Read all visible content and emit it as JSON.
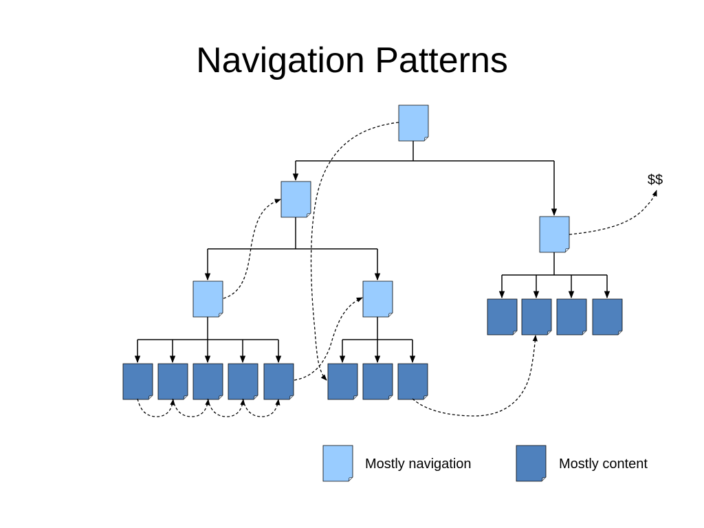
{
  "title": "Navigation Patterns",
  "legend": {
    "navigation_label": "Mostly navigation",
    "content_label": "Mostly content"
  },
  "goal_label": "$$",
  "colors": {
    "navigation_page": "#99ccff",
    "content_page": "#4f81bd",
    "lines": "#000000"
  },
  "icons": {
    "navigation_page": "light-blue-page-icon",
    "content_page": "dark-blue-page-icon"
  }
}
